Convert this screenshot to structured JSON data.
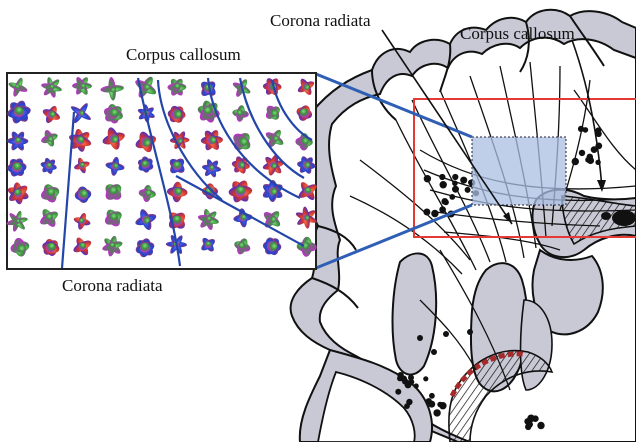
{
  "labels": {
    "inset_top": "Corpus callosum",
    "inset_bottom": "Corona radiata",
    "brain_corona": "Corona radiata",
    "brain_corpus": "Corpus callosum"
  },
  "colors": {
    "inset_frame": "#222222",
    "roi_frame": "#e53935",
    "zoom_lines": "#2f5fb5",
    "fiber_lines": "#2446a8",
    "highlight_region": "#a9bfe3",
    "cortex_gray": "#c9c9d6",
    "outline": "#111111",
    "dashed_stripe": "#a52a2a"
  },
  "glyphs": {
    "description": "orientation distribution function glyphs",
    "palette": [
      "#e53935",
      "#43a047",
      "#1e4fd8",
      "#8e24aa"
    ],
    "rows": 7,
    "cols": 10
  }
}
